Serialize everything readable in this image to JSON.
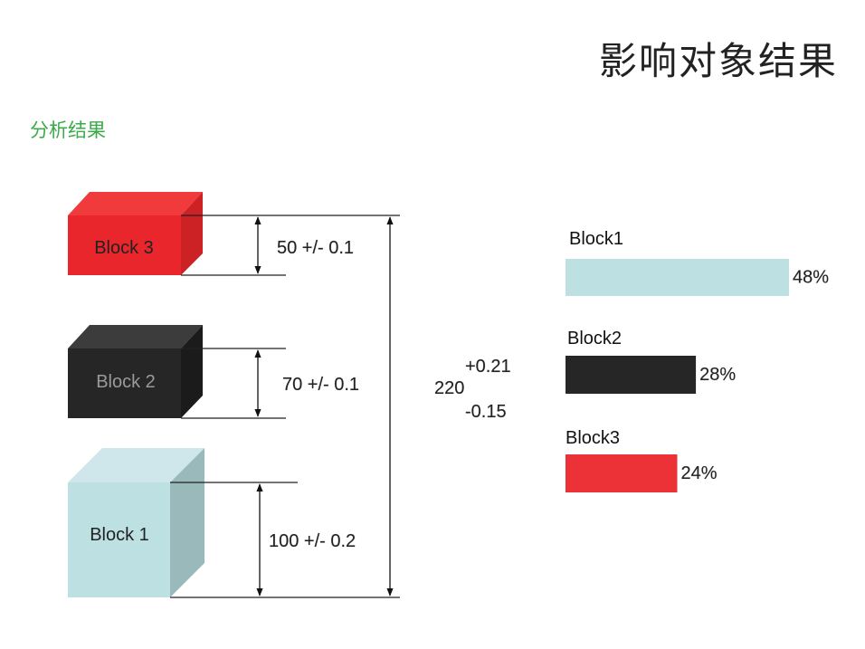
{
  "page": {
    "title": "影响对象结果",
    "subtitle": "分析结果"
  },
  "blocks": [
    {
      "label": "Block 3",
      "dimension": "50 +/- 0.1",
      "front_color": "#e8262c",
      "top_color": "#f03a3c",
      "side_color": "#cc2226",
      "text_color": "#222222"
    },
    {
      "label": "Block 2",
      "dimension": "70 +/- 0.1",
      "front_color": "#262626",
      "top_color": "#3c3c3c",
      "side_color": "#1b1b1b",
      "text_color": "#9a9a9a"
    },
    {
      "label": "Block 1",
      "dimension": "100 +/- 0.2",
      "front_color": "#bde0e3",
      "top_color": "#cfe7ea",
      "side_color": "#9ab9ba",
      "text_color": "#222222"
    }
  ],
  "total": {
    "nominal": "220",
    "upper": "+0.21",
    "lower": "-0.15"
  },
  "chart_data": {
    "type": "bar",
    "orientation": "horizontal",
    "categories": [
      "Block1",
      "Block2",
      "Block3"
    ],
    "values": [
      48,
      28,
      24
    ],
    "value_labels": [
      "48%",
      "28%",
      "24%"
    ],
    "colors": [
      "#bde0e3",
      "#262626",
      "#ec3237"
    ],
    "xlim": [
      0,
      48
    ],
    "unit": "%"
  }
}
